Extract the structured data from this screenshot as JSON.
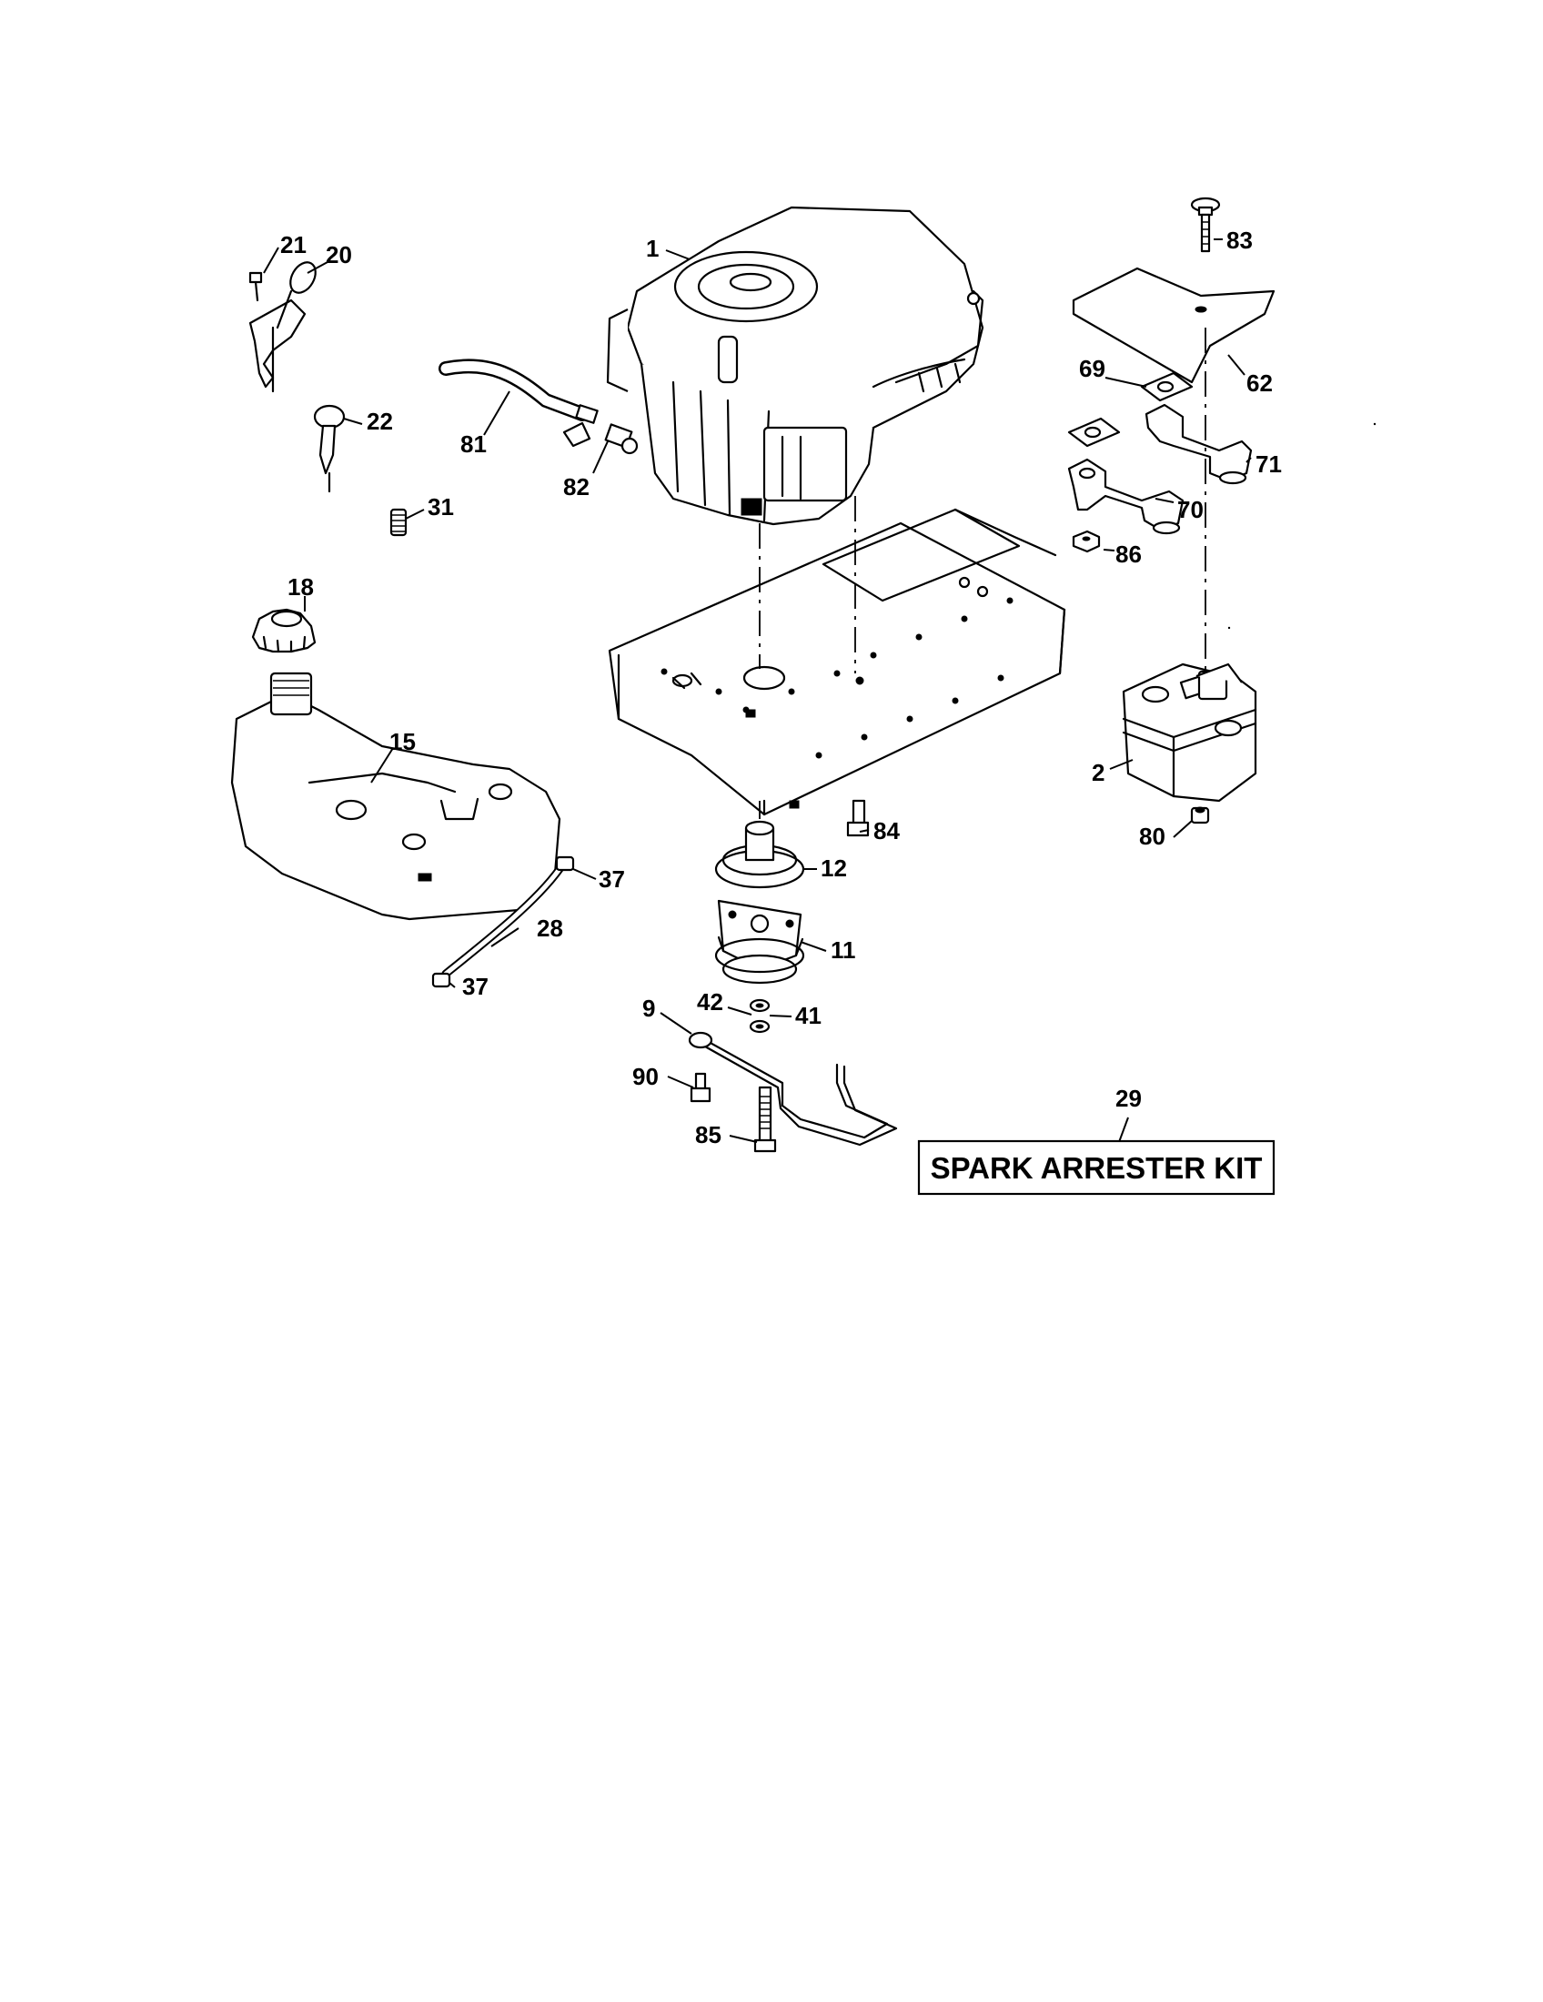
{
  "labels": {
    "1": "1",
    "2": "2",
    "9": "9",
    "11": "11",
    "12": "12",
    "15": "15",
    "18": "18",
    "20": "20",
    "21": "21",
    "22": "22",
    "28": "28",
    "29": "29",
    "31": "31",
    "37a": "37",
    "37b": "37",
    "41": "41",
    "42": "42",
    "62": "62",
    "69": "69",
    "70": "70",
    "71": "71",
    "80": "80",
    "81": "81",
    "82": "82",
    "83": "83",
    "84": "84",
    "85": "85",
    "86": "86",
    "90": "90"
  },
  "kit_label": "SPARK ARRESTER KIT"
}
